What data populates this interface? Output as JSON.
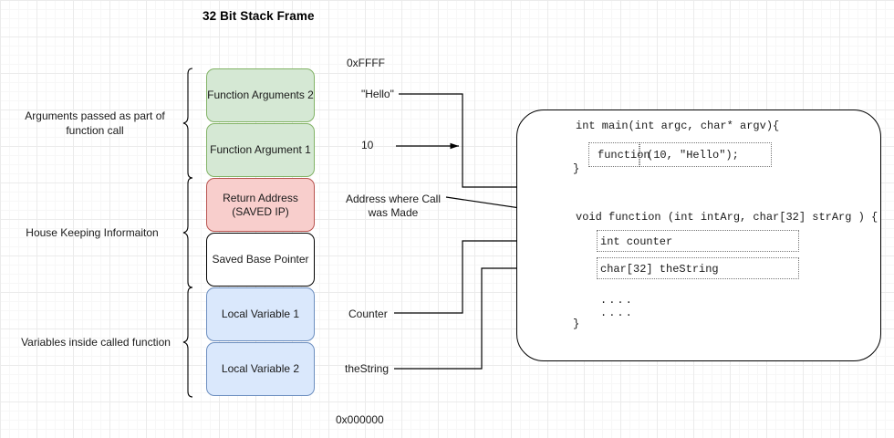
{
  "title": "32 Bit Stack Frame",
  "address_labels": {
    "top": "0xFFFF",
    "bottom": "0x000000"
  },
  "colors": {
    "green_fill": "#d5e8d4",
    "green_stroke": "#82b366",
    "red_fill": "#f8cecc",
    "red_stroke": "#b85450",
    "blue_fill": "#dae8fc",
    "blue_stroke": "#6c8ebf",
    "white_fill": "#ffffff",
    "white_stroke": "#000000",
    "grid_major": "#ebebeb",
    "grid_minor": "#f7f7f7",
    "text": "#1a1a1a"
  },
  "stack": {
    "slots": [
      {
        "label": "Function Arguments 2",
        "style": "green"
      },
      {
        "label": "Function Argument 1",
        "style": "green"
      },
      {
        "label": "Return Address\n(SAVED IP)",
        "style": "red",
        "line1": "Return Address",
        "line2": "(SAVED IP)"
      },
      {
        "label": "Saved Base Pointer",
        "style": "white"
      },
      {
        "label": "Local Variable 1",
        "style": "blue"
      },
      {
        "label": "Local Variable 2",
        "style": "blue"
      }
    ]
  },
  "groups": [
    {
      "label_line1": "Arguments passed as part of",
      "label_line2": "function call"
    },
    {
      "label_line1": "House Keeping Informaiton",
      "label_line2": ""
    },
    {
      "label_line1": "Variables inside called function",
      "label_line2": ""
    }
  ],
  "value_labels": {
    "hello": "\"Hello\"",
    "ten": "10",
    "call_address_line1": "Address where Call",
    "call_address_line2": "was Made",
    "counter": "Counter",
    "the_string": "theString"
  },
  "code": {
    "main_signature": "int main(int argc, char* argv){",
    "call_name": "function",
    "call_args": "(10, \"Hello\");",
    "main_close": "}",
    "function_signature": "void function (int intArg, char[32] strArg ) {",
    "local_int": "int counter",
    "local_str": "char[32] theString",
    "ellipsis1": "....",
    "ellipsis2": "....",
    "function_close": "}"
  }
}
